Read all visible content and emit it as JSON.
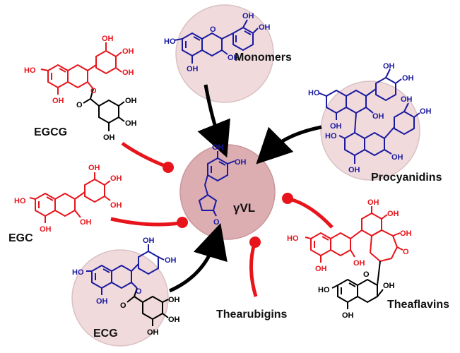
{
  "center": {
    "label": "γVL"
  },
  "labels": {
    "monomers": "Monomers",
    "procyanidins": "Procyanidins",
    "egcg": "EGCG",
    "egc": "EGC",
    "ecg": "ECG",
    "thearubigins": "Thearubigins",
    "theaflavins": "Theaflavins"
  },
  "atoms": {
    "oh": "OH",
    "ho": "HO",
    "o": "O"
  },
  "colors": {
    "red": "#e8141b",
    "blue": "#1a1aa0",
    "black": "#000000",
    "circle_fill": "#f0dadc",
    "circle_stroke": "#d9c0c3",
    "center_fill": "#dcaeb2",
    "center_stroke": "#c9969b"
  }
}
